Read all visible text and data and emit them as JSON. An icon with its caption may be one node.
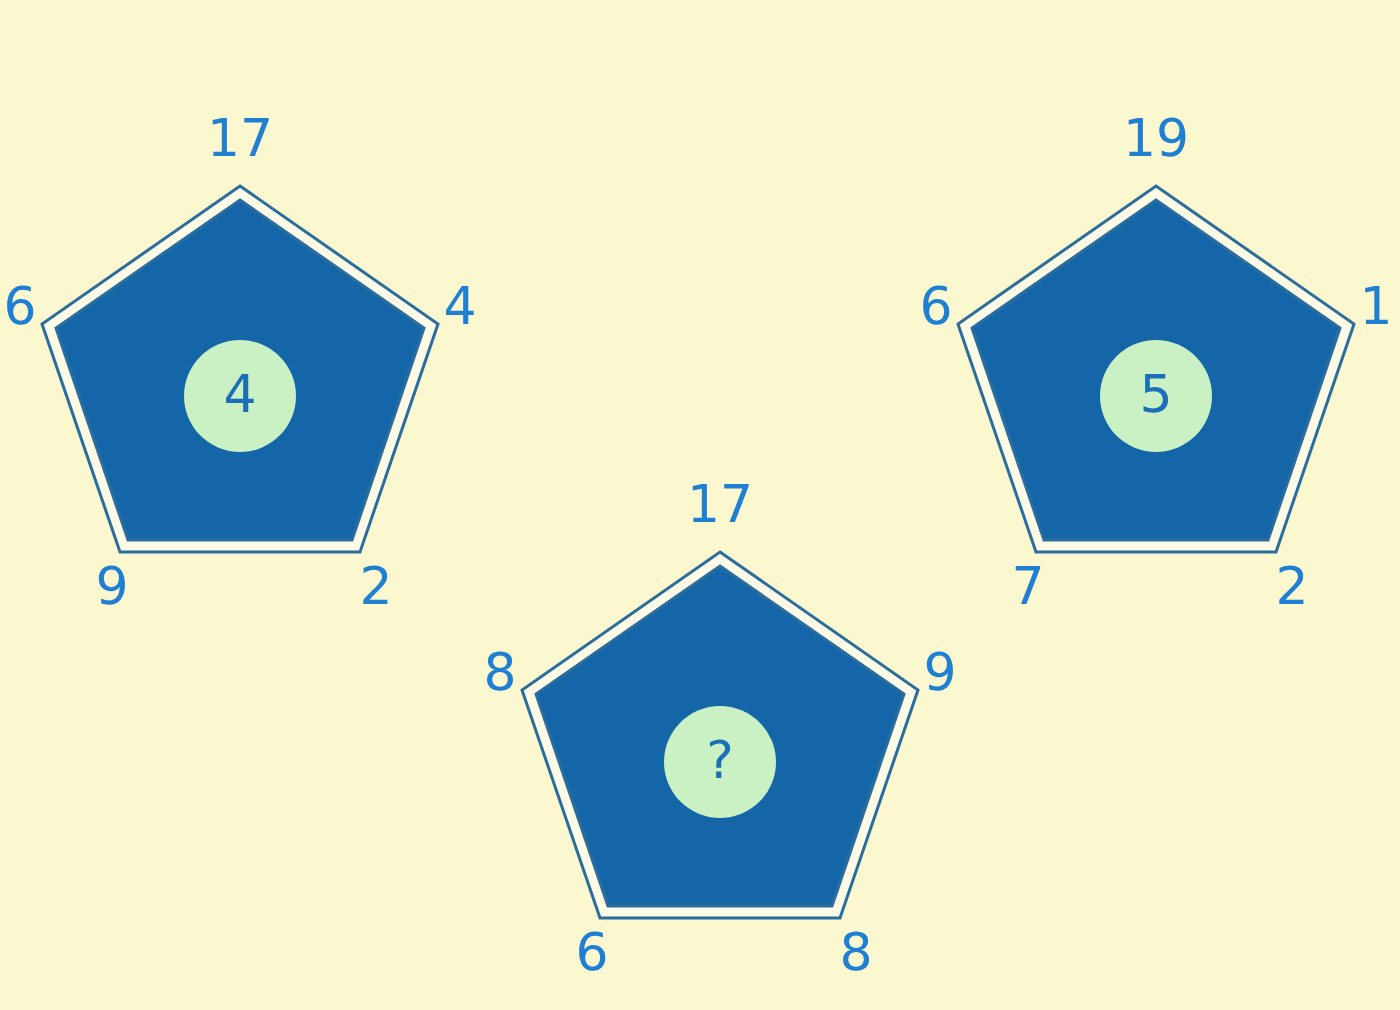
{
  "diagram": {
    "nodes": [
      {
        "text": [],
        "shape": "pentagon",
        "beside": [
          "17",
          "4",
          "2",
          "9",
          "6"
        ]
      },
      {
        "text": [
          "4"
        ],
        "in": 0
      },
      {
        "text": [],
        "shape": "pentagon",
        "beside": [
          "19",
          "1",
          "2",
          "7",
          "6"
        ]
      },
      {
        "text": [
          "5"
        ],
        "in": 2
      },
      {
        "text": [],
        "shape": "pentagon",
        "beside": [
          "17",
          "9",
          "8",
          "6",
          "8"
        ]
      },
      {
        "text": [
          "?"
        ],
        "in": 4
      }
    ]
  }
}
